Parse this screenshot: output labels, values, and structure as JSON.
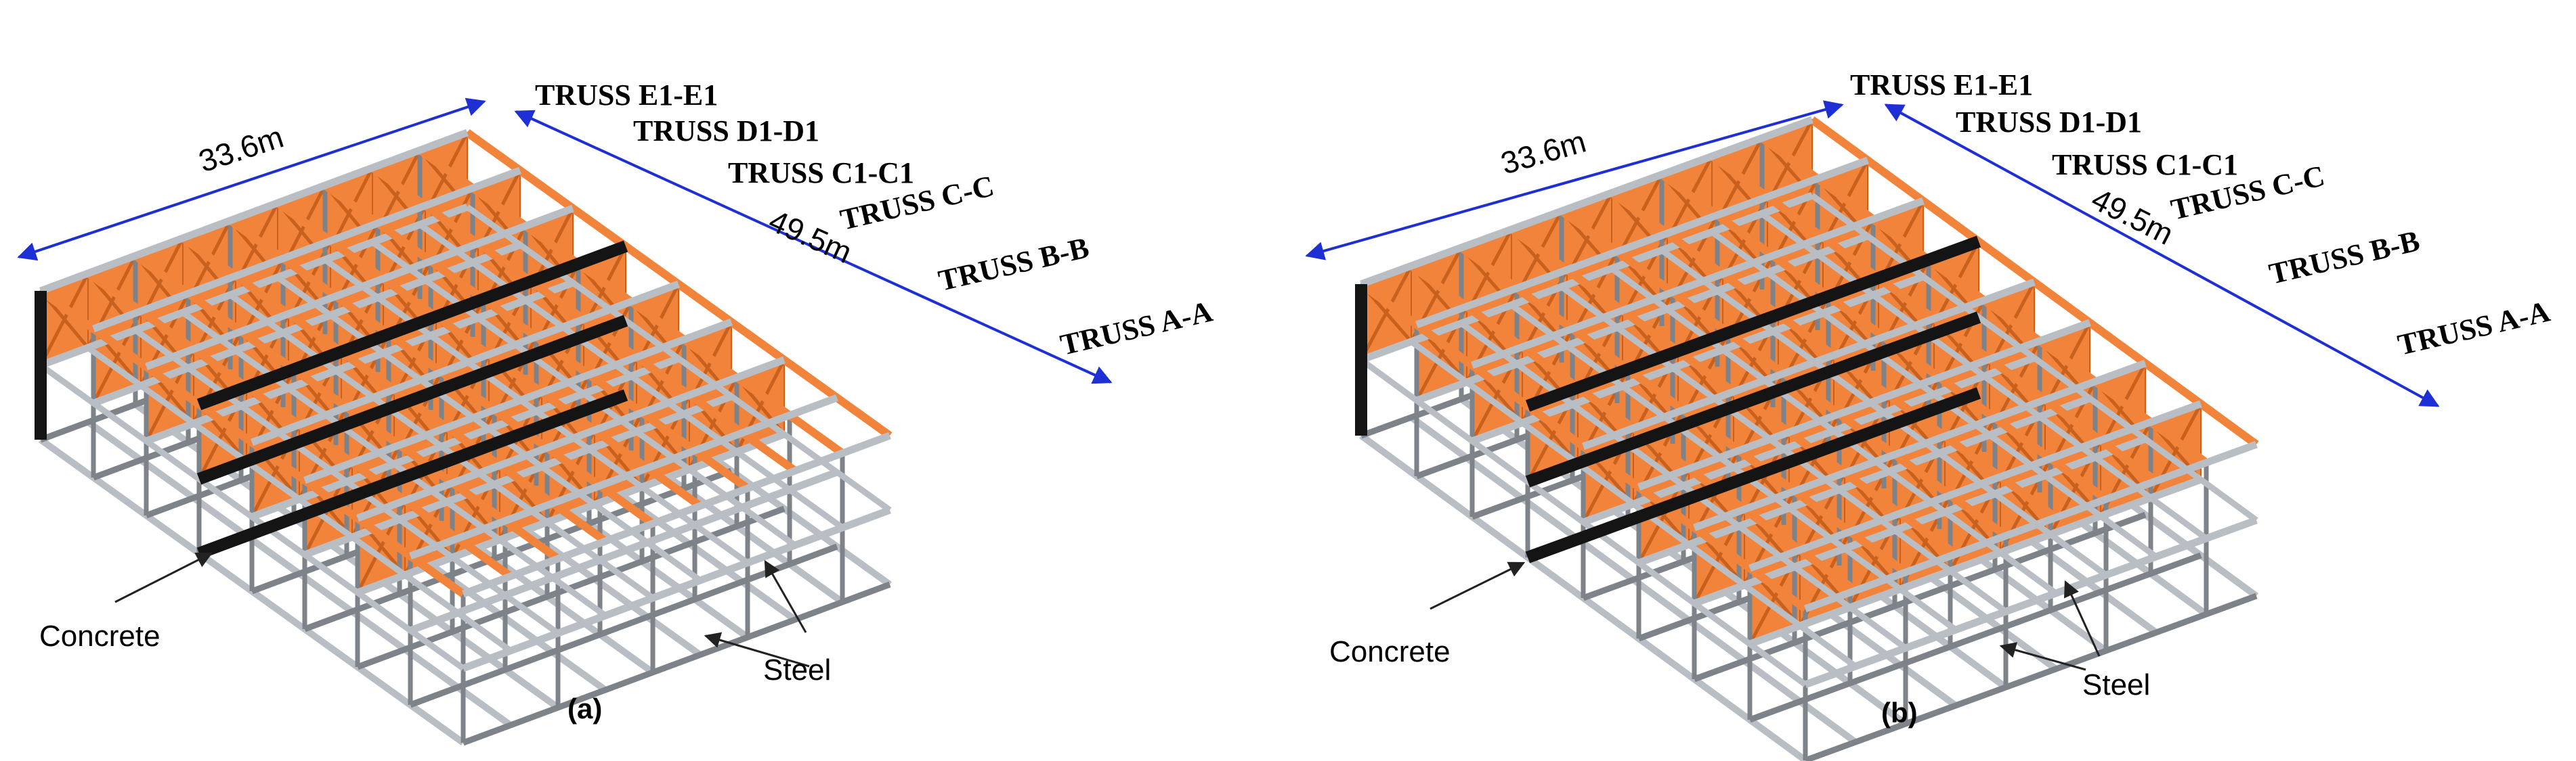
{
  "panels": [
    {
      "id": "a",
      "caption": "(a)",
      "width_dim": "33.6m",
      "length_dim": "49.5m",
      "trusses": [
        "TRUSS E1-E1",
        "TRUSS D1-D1",
        "TRUSS C1-C1",
        "TRUSS C-C",
        "TRUSS B-B",
        "TRUSS A-A"
      ],
      "materials": {
        "concrete": "Concrete",
        "steel": "Steel"
      }
    },
    {
      "id": "b",
      "caption": "(b)",
      "width_dim": "33.6m",
      "length_dim": "49.5m",
      "trusses": [
        "TRUSS E1-E1",
        "TRUSS D1-D1",
        "TRUSS C1-C1",
        "TRUSS C-C",
        "TRUSS B-B",
        "TRUSS A-A"
      ],
      "materials": {
        "concrete": "Concrete",
        "steel": "Steel"
      }
    }
  ],
  "colors": {
    "truss_orange": "#f2833a",
    "truss_dark_orange": "#c8601e",
    "steel_gray": "#b9bec4",
    "steel_dark": "#7d8389",
    "concrete_black": "#141414",
    "dimension_blue": "#1f2fd6",
    "glass": "#cfe0dc"
  }
}
